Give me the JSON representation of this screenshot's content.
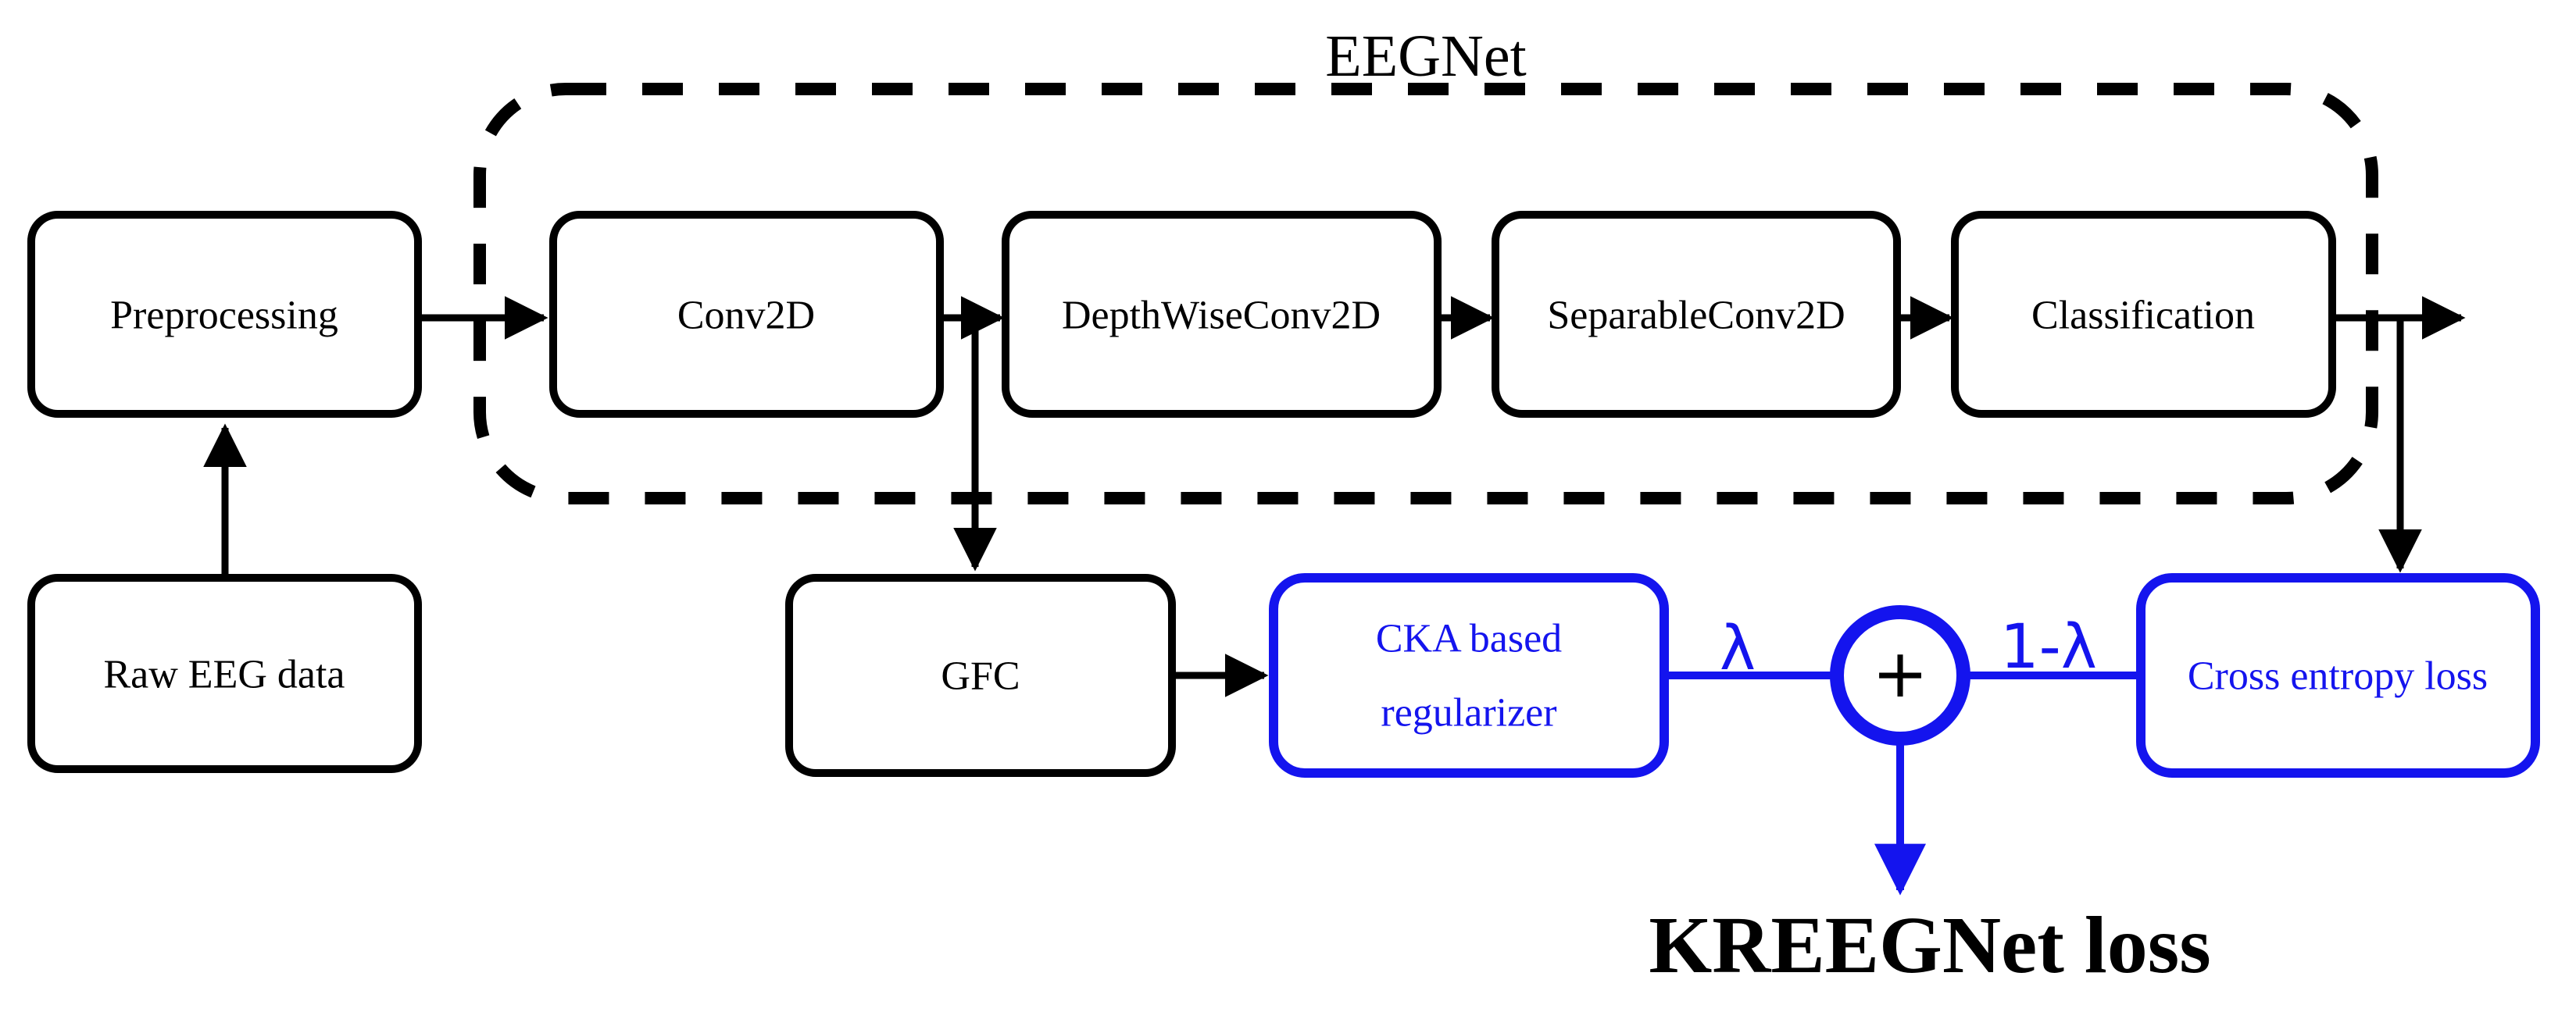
{
  "diagram": {
    "frame_title": "EEGNet",
    "nodes": {
      "preprocessing": "Preprocessing",
      "raw_eeg": "Raw EEG data",
      "conv2d": "Conv2D",
      "depthwise_conv2d": "DepthWiseConv2D",
      "separable_conv2d": "SeparableConv2D",
      "classification": "Classification",
      "gfc": "GFC",
      "cka_regularizer_line1": "CKA based",
      "cka_regularizer_line2": "regularizer",
      "cross_entropy": "Cross entropy loss",
      "sum_operator": "+"
    },
    "edge_labels": {
      "lambda": "λ",
      "one_minus_lambda": "1-λ"
    },
    "output_label": "KREEGNet loss",
    "colors": {
      "black": "#000000",
      "blue": "#1414ee"
    }
  }
}
